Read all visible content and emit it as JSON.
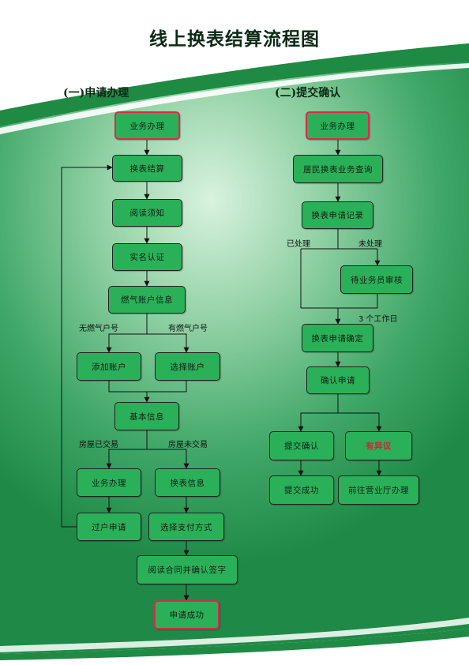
{
  "title": "线上换表结算流程图",
  "sections": {
    "apply": "(一)申请办理",
    "confirm": "(二)提交确认"
  },
  "colors": {
    "node_fill": "#2bb05a",
    "node_border": "#222222",
    "highlight_border": "#e0274a",
    "highlight_text": "#d81e3a",
    "background_dark": "#1f8a47"
  },
  "apply_flow": {
    "business": "业务办理",
    "meter_settlement": "换表结算",
    "read_notice": "阅读须知",
    "realname": "实名认证",
    "gas_account_info": "燃气账户信息",
    "no_account_label": "无燃气户号",
    "has_account_label": "有燃气户号",
    "add_account": "添加账户",
    "select_account": "选择账户",
    "basic_info": "基本信息",
    "house_traded_label": "房屋已交易",
    "house_untraded_label": "房屋未交易",
    "business2": "业务办理",
    "meter_info": "换表信息",
    "transfer_apply": "过户申请",
    "select_payment": "选择支付方式",
    "read_contract": "阅读合同并确认签字",
    "apply_success": "申请成功"
  },
  "confirm_flow": {
    "business": "业务办理",
    "resident_query": "居民换表业务查询",
    "apply_record": "换表申请记录",
    "processed_label": "已处理",
    "unprocessed_label": "未处理",
    "pending_review": "待业务员审核",
    "workdays_label": "3 个工作日",
    "apply_confirm": "换表申请确定",
    "confirm_apply": "确认申请",
    "submit_confirm": "提交确认",
    "objection": "有异议",
    "submit_success": "提交成功",
    "go_hall": "前往营业厅办理"
  }
}
